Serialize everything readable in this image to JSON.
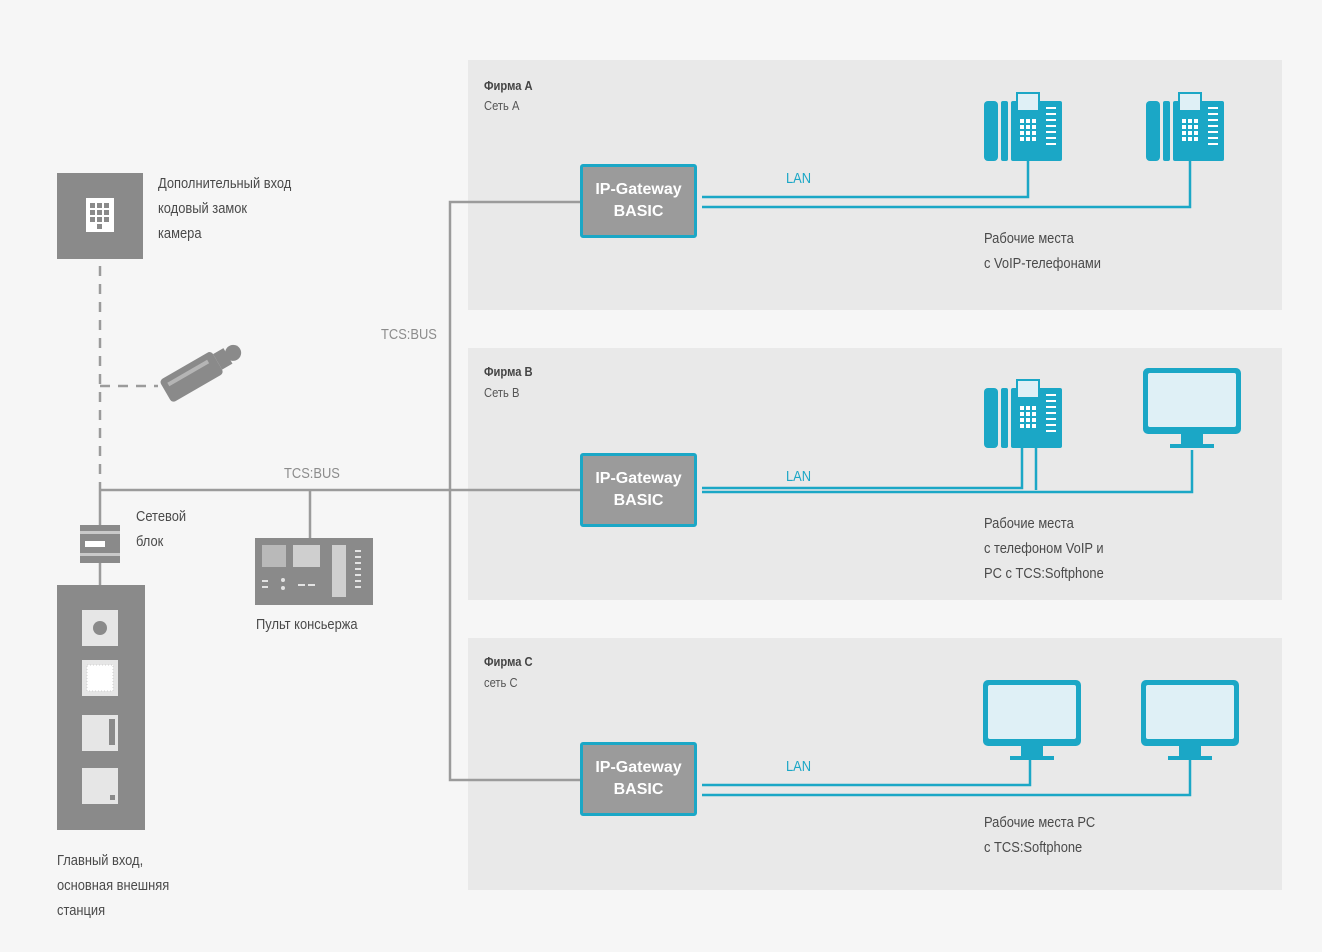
{
  "companies": [
    {
      "name": "Фирма A",
      "network": "Сеть A",
      "lan": "LAN",
      "gateway": [
        "IP-Gateway",
        "BASIC"
      ],
      "workplaces": [
        "Рабочие места",
        "с VoIP-телефонами"
      ]
    },
    {
      "name": "Фирма B",
      "network": "Сеть B",
      "lan": "LAN",
      "gateway": [
        "IP-Gateway",
        "BASIC"
      ],
      "workplaces": [
        "Рабочие места",
        "с телефоном VoIP и",
        "PC с TCS:Softphone"
      ]
    },
    {
      "name": "Фирма C",
      "network": "сеть C",
      "lan": "LAN",
      "gateway": [
        "IP-Gateway",
        "BASIC"
      ],
      "workplaces": [
        "Рабочие места PC",
        "с TCS:Softphone"
      ]
    }
  ],
  "bus_labels": {
    "vertical": "TCS:BUS",
    "horizontal": "TCS:BUS"
  },
  "side_entrance": [
    "Дополнительный вход",
    "кодовый замок",
    "камера"
  ],
  "power_supply": [
    "Сетевой",
    "блок"
  ],
  "concierge": "Пульт консьержа",
  "main_entrance": [
    "Главный вход,",
    "основная внешняя",
    "станция"
  ],
  "icons": [
    "keypad-icon",
    "camera-icon",
    "power-supply-icon",
    "concierge-console-icon",
    "outdoor-station-icon",
    "voip-phone-icon",
    "monitor-icon"
  ],
  "colors": {
    "lan": "#1ba7c6",
    "bus": "#9b9b9b",
    "panel": "#e8e8e8",
    "device": "#8a8a8a"
  }
}
